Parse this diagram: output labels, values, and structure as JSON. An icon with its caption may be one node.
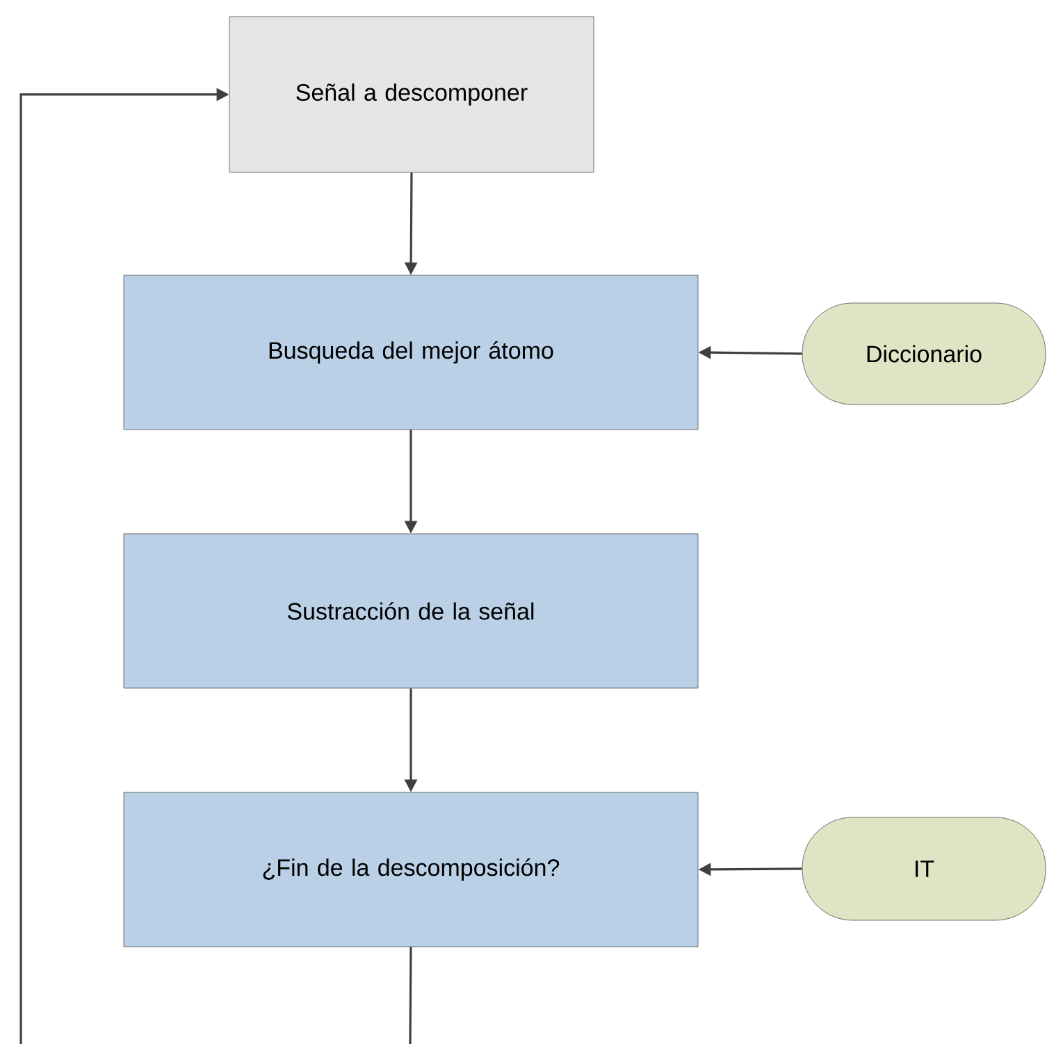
{
  "diagram": {
    "nodes": [
      {
        "text": [
          "Señal a descomponer"
        ]
      },
      {
        "text": [
          "Busqueda del mejor átomo"
        ]
      },
      {
        "text": [
          "Diccionario"
        ]
      },
      {
        "text": [
          "Sustracción de la señal"
        ]
      },
      {
        "text": [
          "¿Fin de la descomposición?"
        ]
      },
      {
        "text": [
          "IT"
        ]
      }
    ],
    "edges": [
      {
        "from": 0,
        "to": 1,
        "arrow": "to"
      },
      {
        "from": 2,
        "to": 1,
        "arrow": "to"
      },
      {
        "from": 1,
        "to": 3,
        "arrow": "to"
      },
      {
        "from": 3,
        "to": 4,
        "arrow": "to"
      },
      {
        "from": 5,
        "to": 4,
        "arrow": "to"
      },
      {
        "from": 4,
        "to": null,
        "arrow": "none"
      },
      {
        "from": null,
        "to": 0,
        "arrow": "to"
      }
    ]
  }
}
